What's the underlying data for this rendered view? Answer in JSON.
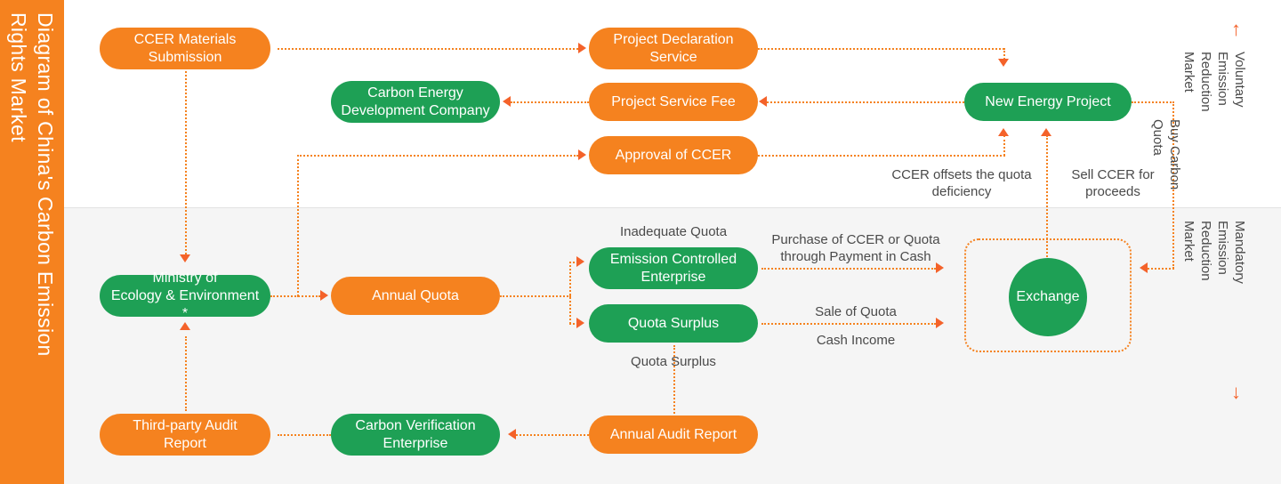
{
  "sidebar": {
    "line1": "Diagram of China's Carbon Emission",
    "line2": "Rights Market"
  },
  "colors": {
    "orange": "#f5821f",
    "green": "#1ea055",
    "arrow": "#f4622a",
    "band_top": "#ffffff",
    "band_bottom": "#f5f5f5",
    "text_dark": "#4a4a4a"
  },
  "nodes": {
    "ccer_materials_submission": "CCER Materials\nSubmission",
    "project_declaration_service": "Project Declaration\nService",
    "carbon_energy_development_company": "Carbon Energy\nDevelopment Company",
    "project_service_fee": "Project Service Fee",
    "approval_of_ccer": "Approval of CCER",
    "new_energy_project": "New Energy Project",
    "ministry_of_ecology": "Ministry of\nEcology & Environment *",
    "annual_quota": "Annual Quota",
    "emission_controlled_enterprise": "Emission Controlled\nEnterprise",
    "quota_surplus": "Quota Surplus",
    "exchange": "Exchange",
    "third_party_audit_report": "Third-party Audit\nReport",
    "carbon_verification_enterprise": "Carbon Verification\nEnterprise",
    "annual_audit_report": "Annual Audit Report"
  },
  "labels": {
    "ccer_offsets": "CCER offsets the quota\ndeficiency",
    "sell_ccer": "Sell CCER for\nproceeds",
    "buy_carbon_quota": "Buy Carbon Quota",
    "inadequate_quota": "Inadequate Quota",
    "quota_surplus_below": "Quota Surplus",
    "purchase_of_ccer": "Purchase of CCER or Quota\nthrough Payment in Cash",
    "sale_of_quota": "Sale of Quota",
    "cash_income": "Cash Income"
  },
  "market_legend": {
    "voluntary": "Voluntary Emission\nReduction Market",
    "voluntary_arrow": "↑",
    "mandatory": "Mandatory Emission\nReduction Market",
    "mandatory_arrow": "↓"
  }
}
